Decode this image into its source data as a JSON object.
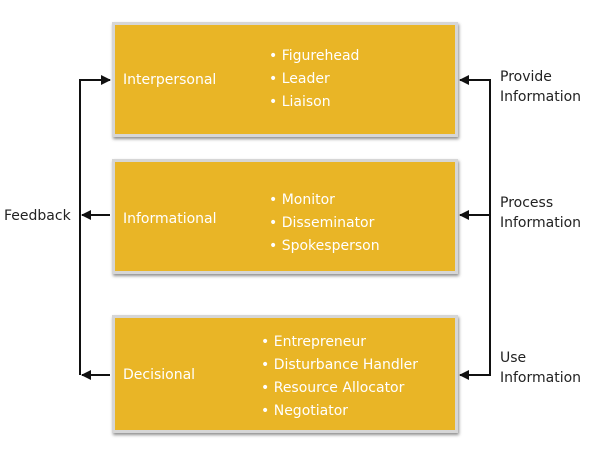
{
  "boxes": [
    {
      "title": "Interpersonal",
      "roles": [
        "Figurehead",
        "Leader",
        "Liaison"
      ]
    },
    {
      "title": "Informational",
      "roles": [
        "Monitor",
        "Disseminator",
        "Spokesperson"
      ]
    },
    {
      "title": "Decisional",
      "roles": [
        "Entrepreneur",
        "Disturbance Handler",
        "Resource Allocator",
        "Negotiator"
      ]
    }
  ],
  "left_label": "Feedback",
  "right_labels": [
    {
      "line1": "Provide",
      "line2": "Information"
    },
    {
      "line1": "Process",
      "line2": "Information"
    },
    {
      "line1": "Use",
      "line2": "Information"
    }
  ],
  "colors": {
    "box_fill": "#e9b526",
    "box_border": "#d6d6d6",
    "box_text": "#ffffff",
    "connector": "#111111",
    "label_text": "#222222"
  }
}
